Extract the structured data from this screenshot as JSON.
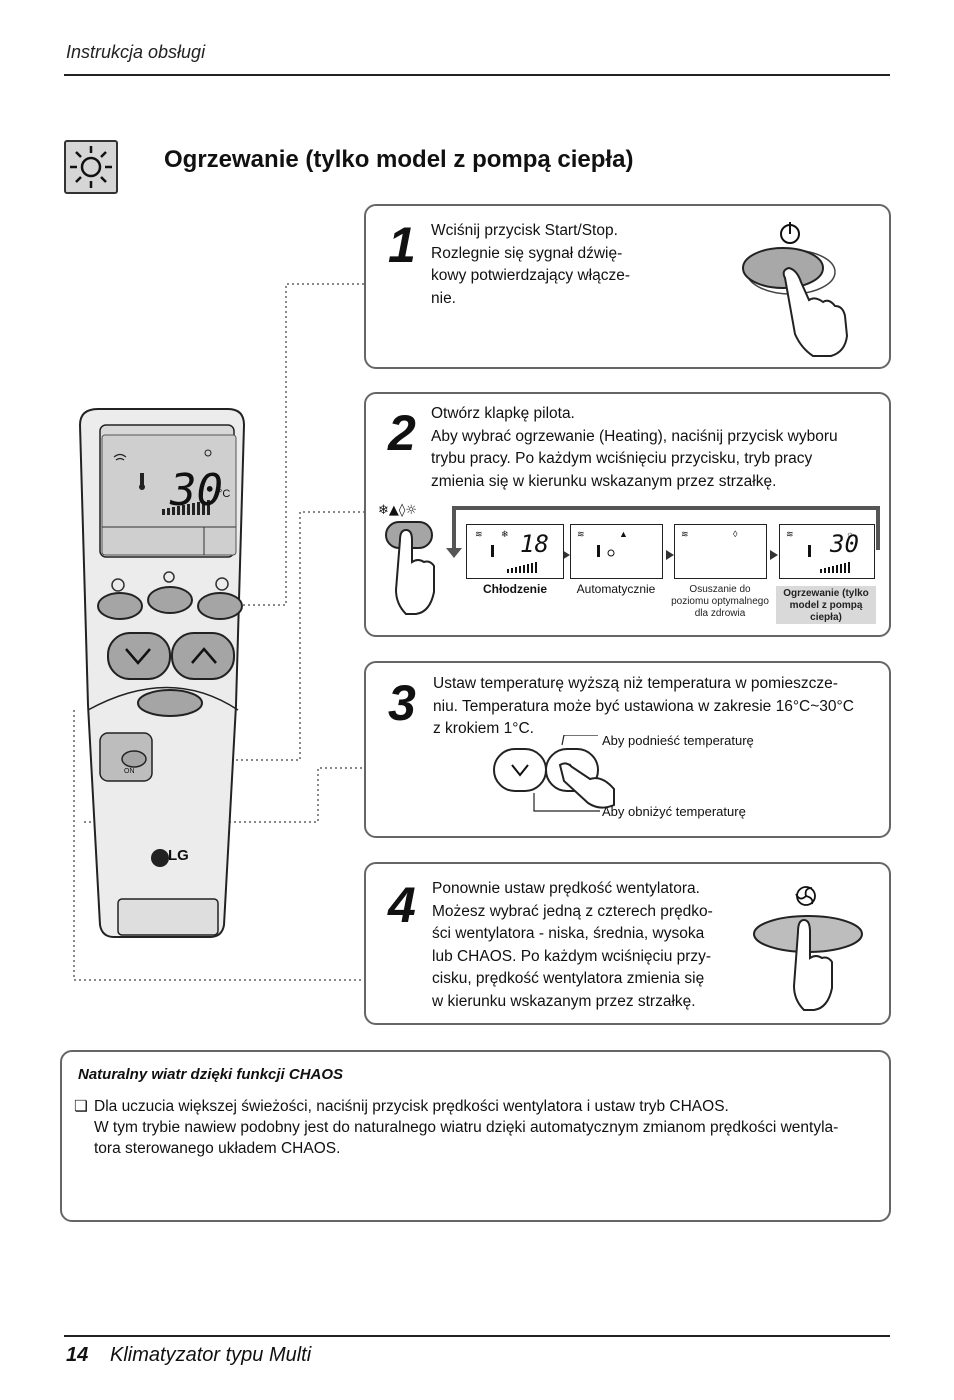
{
  "header": {
    "title": "Instrukcja obsługi"
  },
  "section": {
    "title": "Ogrzewanie (tylko model z pompą ciepła)",
    "icon": "sun-icon"
  },
  "remote": {
    "lcd_temp": "30",
    "lcd_unit": "°C",
    "brand": "LG",
    "on_label": "ON"
  },
  "steps": [
    {
      "number": "1",
      "lines": [
        "Wciśnij przycisk Start/Stop.",
        "Rozlegnie się sygnał dźwię-",
        "kowy potwierdzający włącze-",
        "nie."
      ]
    },
    {
      "number": "2",
      "lines": [
        "Otwórz klapkę pilota.",
        "Aby wybrać ogrzewanie (Heating), naciśnij przycisk wyboru",
        "trybu pracy. Po każdym wciśnięciu przycisku, tryb pracy",
        "zmienia się w kierunku wskazanym przez strzałkę."
      ],
      "modes": [
        {
          "label": "Chłodzenie",
          "temp": "18"
        },
        {
          "label": "Automatycznie",
          "temp": ""
        },
        {
          "label": "Osuszanie do poziomu optymalnego dla zdrowia",
          "temp": ""
        },
        {
          "label": "Ogrzewanie (tylko model z pompą ciepła)",
          "temp": "30"
        }
      ]
    },
    {
      "number": "3",
      "lines": [
        "Ustaw temperaturę wyższą niż temperatura w pomieszcze-",
        "niu. Temperatura może być ustawiona w zakresie 16°C~30°C",
        "z krokiem 1°C."
      ],
      "up_label": "Aby podnieść temperaturę",
      "down_label": "Aby obniżyć temperaturę"
    },
    {
      "number": "4",
      "lines": [
        "Ponownie ustaw prędkość wentylatora.",
        "Możesz wybrać jedną z czterech prędko-",
        "ści wentylatora - niska, średnia, wysoka",
        "lub CHAOS. Po każdym wciśnięciu przy-",
        "cisku, prędkość wentylatora zmienia się",
        "w kierunku wskazanym przez strzałkę."
      ]
    }
  ],
  "note": {
    "title": "Naturalny wiatr dzięki funkcji CHAOS",
    "bullet": "❏",
    "lines": [
      "Dla uczucia większej świeżości, naciśnij przycisk prędkości wentylatora i ustaw tryb CHAOS.",
      "W tym trybie nawiew podobny jest do naturalnego wiatru dzięki automatycznym zmianom prędkości wentyla-",
      "tora sterowanego układem CHAOS."
    ]
  },
  "footer": {
    "page": "14",
    "title": "Klimatyzator typu Multi"
  }
}
